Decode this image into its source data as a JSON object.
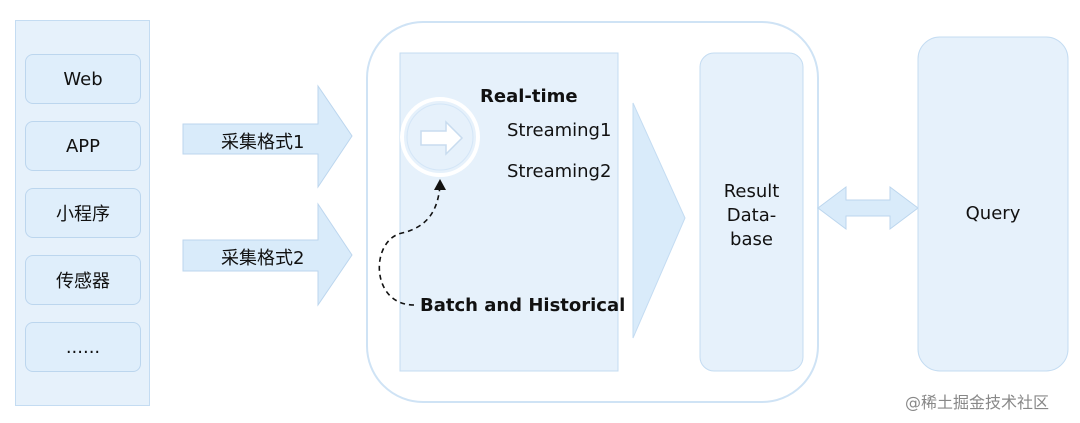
{
  "sources": {
    "items": [
      {
        "label": "Web"
      },
      {
        "label": "APP"
      },
      {
        "label": "小程序"
      },
      {
        "label": "传感器"
      },
      {
        "label": "......"
      }
    ]
  },
  "arrows": {
    "format1": "采集格式1",
    "format2": "采集格式2"
  },
  "processing": {
    "realtime_title": "Real-time",
    "streaming1": "Streaming1",
    "streaming2": "Streaming2",
    "batch": "Batch and Historical"
  },
  "result": {
    "line1": "Result",
    "line2": "Data-",
    "line3": "base"
  },
  "query": {
    "label": "Query"
  },
  "watermark": "@稀土掘金技术社区",
  "colors": {
    "panel_fill": "#e6f1fb",
    "panel_stroke": "#c4dcf2",
    "arrow_fill": "#d9ebfa"
  }
}
